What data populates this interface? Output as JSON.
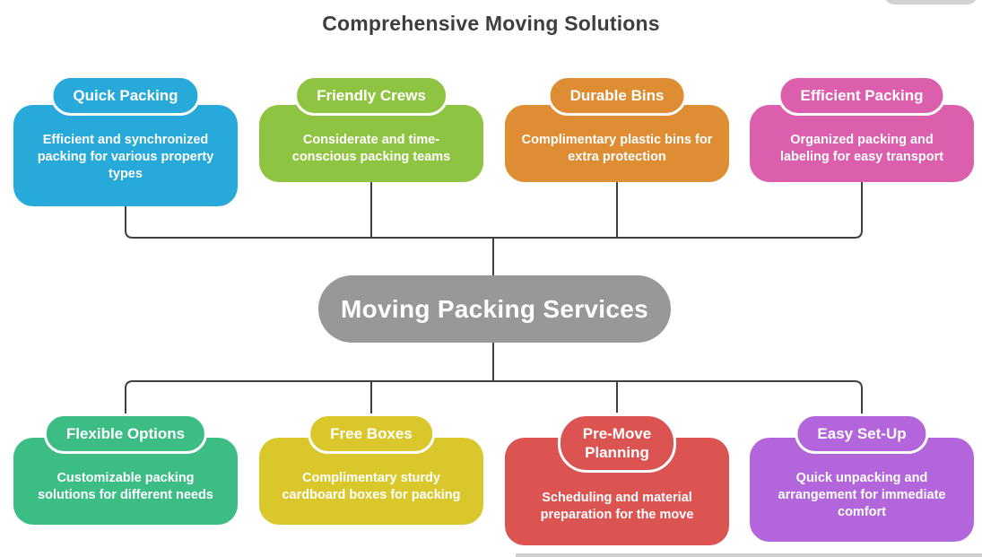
{
  "title": "Comprehensive Moving Solutions",
  "center": {
    "label": "Moving Packing Services",
    "color": "#989898"
  },
  "top_nodes": [
    {
      "title": "Quick Packing",
      "description": "Efficient and synchronized packing for various property types",
      "color": "#27A9DA"
    },
    {
      "title": "Friendly Crews",
      "description": "Considerate and time-conscious packing teams",
      "color": "#8EC441"
    },
    {
      "title": "Durable Bins",
      "description": "Complimentary plastic bins for extra protection",
      "color": "#DE8D33"
    },
    {
      "title": "Efficient Packing",
      "description": "Organized packing and labeling for easy transport",
      "color": "#DC5FAD"
    }
  ],
  "bottom_nodes": [
    {
      "title": "Flexible Options",
      "description": "Customizable packing solutions for different needs",
      "color": "#3DBD86"
    },
    {
      "title": "Free Boxes",
      "description": "Complimentary sturdy cardboard boxes for packing",
      "color": "#D9C72C"
    },
    {
      "title": "Pre-Move Planning",
      "description": "Scheduling and material preparation for the move",
      "color": "#DC5452"
    },
    {
      "title": "Easy Set-Up",
      "description": "Quick unpacking and arrangement for immediate comfort",
      "color": "#B366DB"
    }
  ],
  "connector_color": "#3F3F3F"
}
